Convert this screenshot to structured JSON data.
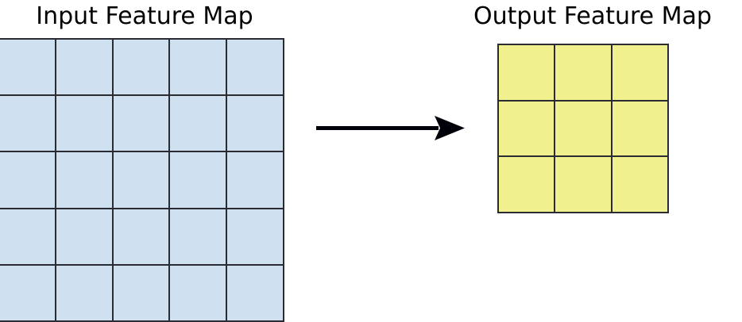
{
  "figure": {
    "type": "diagram",
    "description": "Convolution / pooling feature-map transformation diagram",
    "background_color": "#ffffff"
  },
  "input_panel": {
    "title": "Input Feature Map",
    "grid": {
      "rows": 5,
      "cols": 5,
      "cell_fill": "#cfe0f1",
      "cell_stroke": "#2b2b33",
      "cells": [
        [
          "",
          "",
          "",
          "",
          ""
        ],
        [
          "",
          "",
          "",
          "",
          ""
        ],
        [
          "",
          "",
          "",
          "",
          ""
        ],
        [
          "",
          "",
          "",
          "",
          ""
        ],
        [
          "",
          "",
          "",
          "",
          ""
        ]
      ]
    }
  },
  "output_panel": {
    "title": "Output Feature Map",
    "grid": {
      "rows": 3,
      "cols": 3,
      "cell_fill": "#f1f08e",
      "cell_stroke": "#2b2b33",
      "cells": [
        [
          "",
          "",
          ""
        ],
        [
          "",
          "",
          ""
        ],
        [
          "",
          "",
          ""
        ]
      ]
    }
  },
  "arrow": {
    "name": "transformation-arrow",
    "direction": "right",
    "color": "#000108",
    "label": ""
  }
}
